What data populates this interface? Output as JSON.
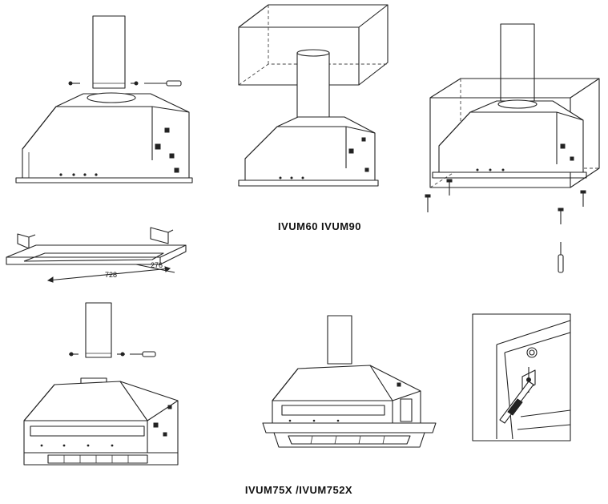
{
  "labels": {
    "model_group_1": "IVUM60   IVUM90",
    "model_group_2": "IVUM75X /IVUM752X"
  },
  "dimensions": {
    "frame_length": "728",
    "frame_width": "276"
  }
}
